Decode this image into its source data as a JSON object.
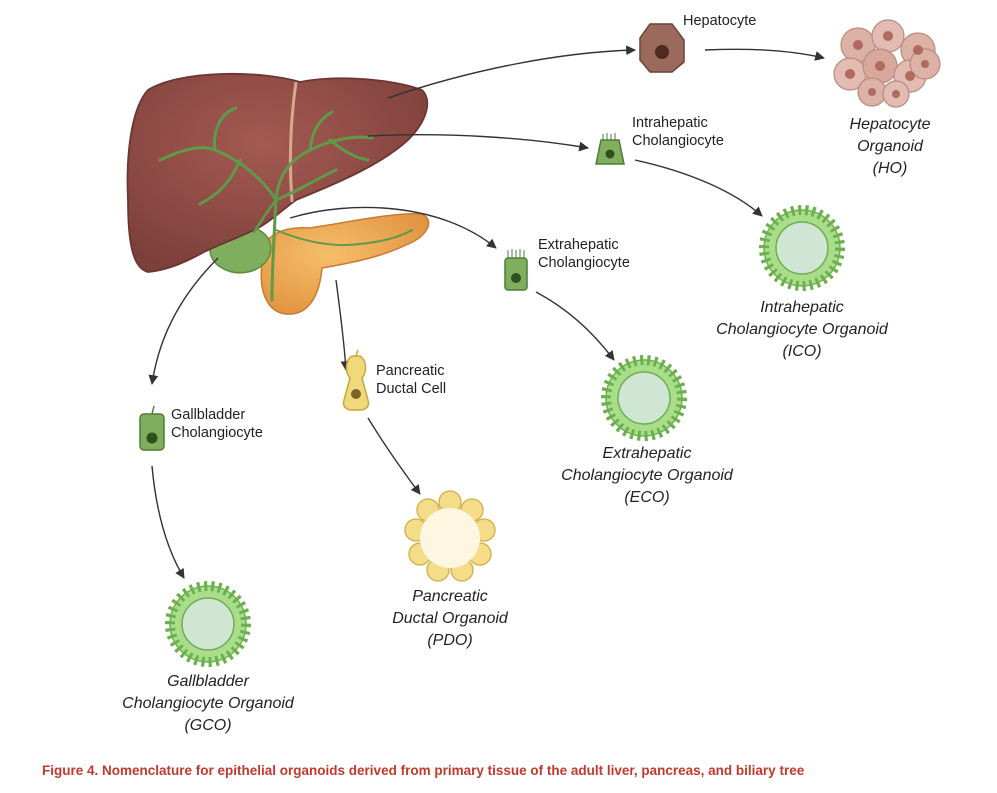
{
  "cells": {
    "hepatocyte": "Hepatocyte",
    "intrahepatic": "Intrahepatic\nCholangiocyte",
    "extrahepatic": "Extrahepatic\nCholangiocyte",
    "pancreatic": "Pancreatic\nDuctal Cell",
    "gallbladder": "Gallbladder\nCholangiocyte"
  },
  "organoids": {
    "ho": "Hepatocyte\nOrganoid\n(HO)",
    "ico": "Intrahepatic\nCholangiocyte Organoid\n(ICO)",
    "eco": "Extrahepatic\nCholangiocyte Organoid\n(ECO)",
    "pdo": "Pancreatic\nDuctal Organoid\n(PDO)",
    "gco": "Gallbladder\nCholangiocyte Organoid\n(GCO)"
  },
  "caption": "Figure 4.  Nomenclature for epithelial organoids derived from primary tissue of the adult liver, pancreas, and biliary tree",
  "colors": {
    "liver": "#8e4b45",
    "gallbladder": "#7fae5f",
    "pancreas": "#e9a24f",
    "hepatocyte": "#9c6a5c",
    "cholangiocyte": "#7fae5f",
    "ductal": "#f0d97a",
    "caption": "#c0392b"
  }
}
